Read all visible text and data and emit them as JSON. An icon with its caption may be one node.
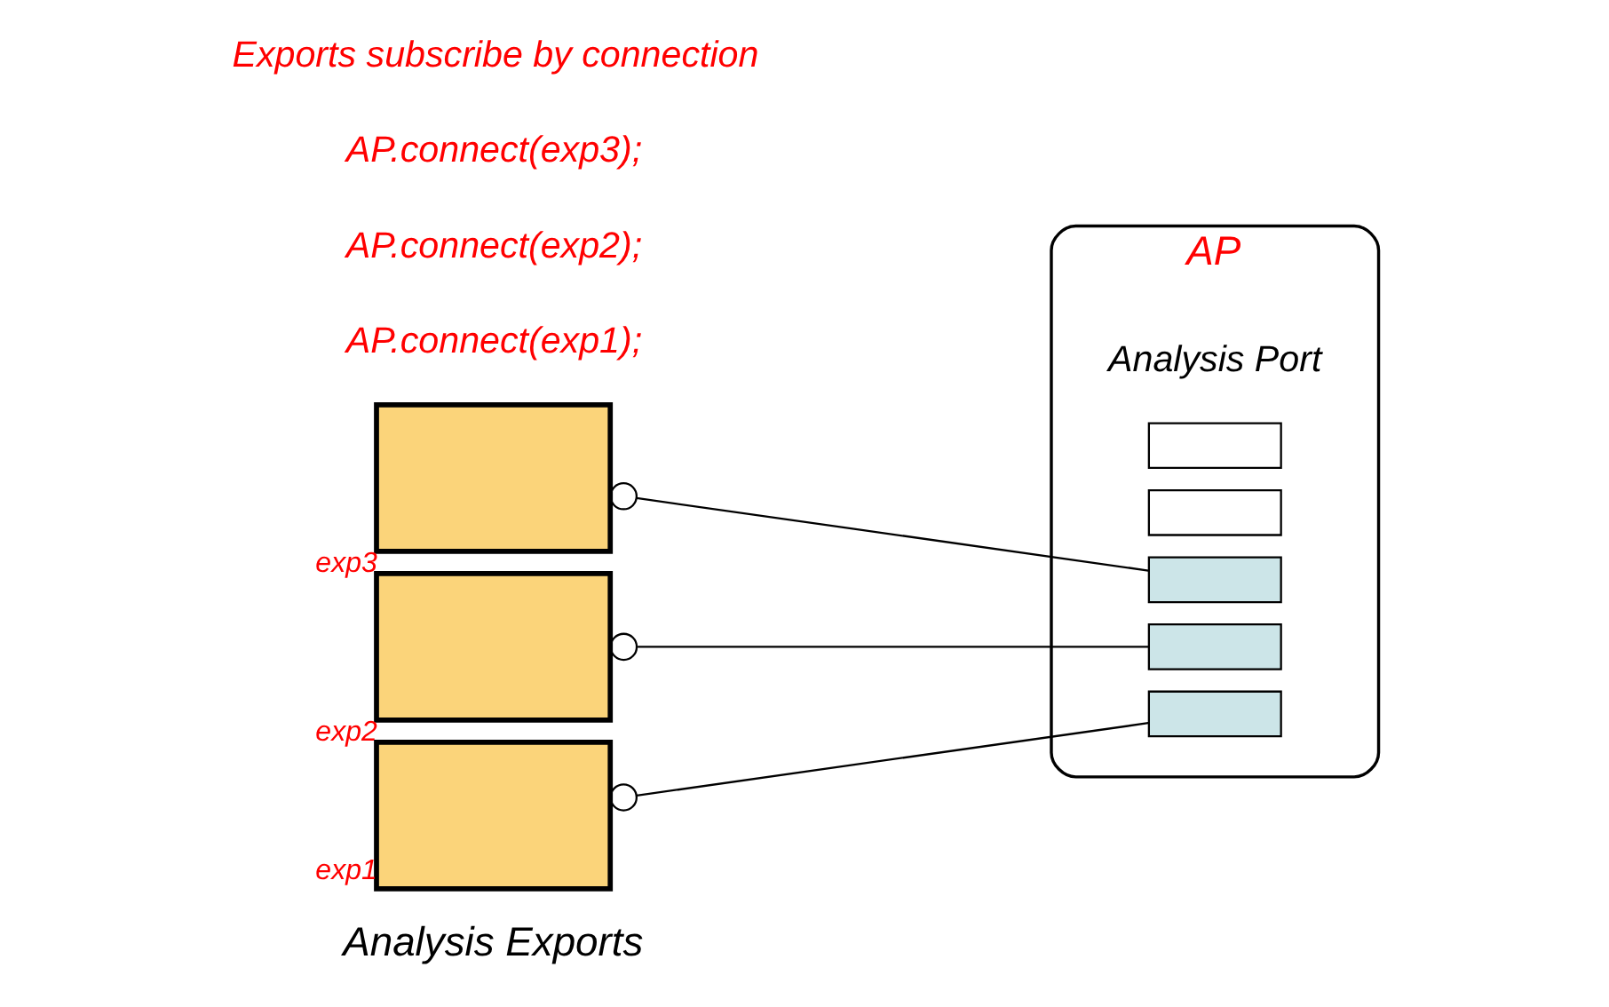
{
  "diagram": {
    "nodes": [
      {
        "text": [],
        "shape": "box",
        "beside": [
          "exp3"
        ]
      },
      {
        "text": [],
        "shape": "box",
        "beside": [
          "exp2"
        ]
      },
      {
        "text": [],
        "shape": "box",
        "beside": [
          "exp1"
        ]
      },
      {
        "text": [
          "AP"
        ],
        "beside": [
          "Analysis Port"
        ]
      },
      {
        "text": [],
        "shape": "box",
        "in": 3
      },
      {
        "text": [],
        "shape": "box",
        "in": 3
      },
      {
        "text": [],
        "shape": "box",
        "in": 3
      },
      {
        "text": [],
        "shape": "box",
        "in": 3
      },
      {
        "text": [],
        "shape": "box",
        "in": 3
      }
    ],
    "edges": [
      {
        "from": 0,
        "to": 6,
        "arrow": "other"
      },
      {
        "from": 1,
        "to": 7,
        "arrow": "other"
      },
      {
        "from": 2,
        "to": 8,
        "arrow": "other"
      }
    ],
    "labels": [
      "Analysis Exports",
      "AP.connect(exp1);",
      "AP.connect(exp2);",
      "AP.connect(exp3);",
      "Exports subscribe by connection"
    ]
  }
}
